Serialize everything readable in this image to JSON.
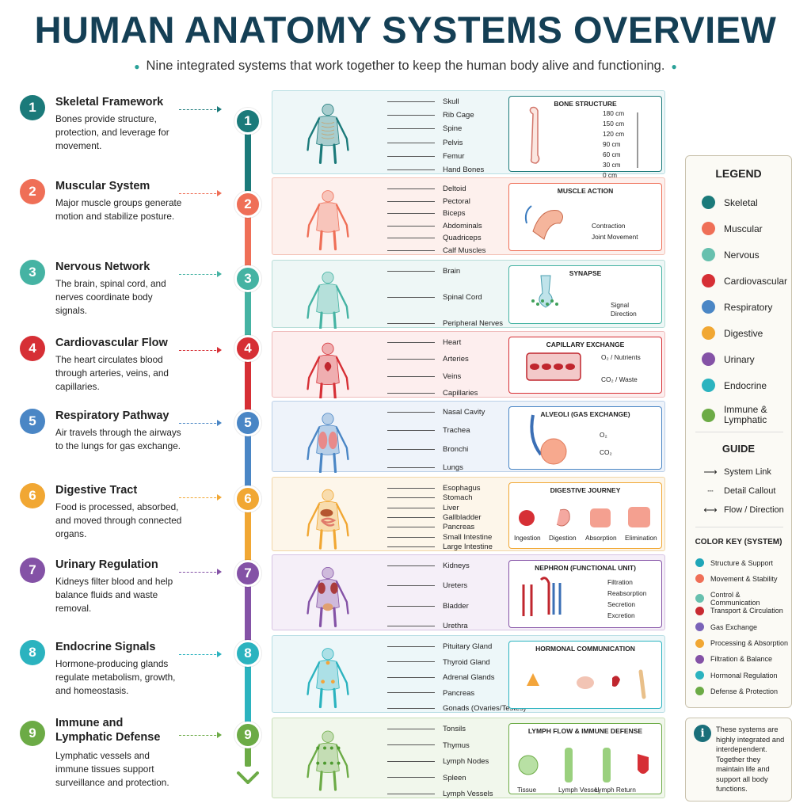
{
  "title": "HUMAN ANATOMY SYSTEMS OVERVIEW",
  "subtitle": "Nine integrated systems that work together to keep the human body alive and functioning.",
  "systems": [
    {
      "num": "1",
      "title": "Skeletal Framework",
      "desc": "Bones provide structure, protection, and leverage for movement.",
      "color": "#1b7a7a",
      "bg": "#eef7f8",
      "border": "#b9dfe3",
      "labels": [
        "Skull",
        "Rib Cage",
        "Spine",
        "Pelvis",
        "Femur",
        "Hand Bones"
      ],
      "inset": {
        "title": "BONE STRUCTURE",
        "texts": [
          "180 cm",
          "150 cm",
          "120 cm",
          "90 cm",
          "60 cm",
          "30 cm",
          "0 cm"
        ]
      }
    },
    {
      "num": "2",
      "title": "Muscular System",
      "desc": "Major muscle groups generate motion and stabilize posture.",
      "color": "#ef6f57",
      "bg": "#fdf0ed",
      "border": "#f3c3b7",
      "labels": [
        "Deltoid",
        "Pectoral",
        "Biceps",
        "Abdominals",
        "Quadriceps",
        "Calf Muscles"
      ],
      "inset": {
        "title": "MUSCLE ACTION",
        "texts": [
          "Contraction",
          "Joint Movement"
        ]
      }
    },
    {
      "num": "3",
      "title": "Nervous Network",
      "desc": "The brain, spinal cord, and nerves coordinate body signals.",
      "color": "#45b3a3",
      "bg": "#eef7f6",
      "border": "#b8ded8",
      "labels": [
        "Brain",
        "Spinal Cord",
        "Peripheral Nerves"
      ],
      "inset": {
        "title": "SYNAPSE",
        "texts": [
          "Signal",
          "Direction"
        ]
      }
    },
    {
      "num": "4",
      "title": "Cardiovascular Flow",
      "desc": "The heart circulates blood through arteries, veins, and capillaries.",
      "color": "#d62f35",
      "bg": "#fdeeee",
      "border": "#efbcbc",
      "labels": [
        "Heart",
        "Arteries",
        "Veins",
        "Capillaries"
      ],
      "inset": {
        "title": "CAPILLARY EXCHANGE",
        "texts": [
          "O₂ / Nutrients",
          "CO₂ / Waste"
        ]
      }
    },
    {
      "num": "5",
      "title": "Respiratory Pathway",
      "desc": "Air travels through the airways to the lungs for gas exchange.",
      "color": "#4a86c5",
      "bg": "#eef3fa",
      "border": "#bcd0e8",
      "labels": [
        "Nasal Cavity",
        "Trachea",
        "Bronchi",
        "Lungs"
      ],
      "inset": {
        "title": "ALVEOLI (GAS EXCHANGE)",
        "texts": [
          "O₂",
          "CO₂"
        ]
      }
    },
    {
      "num": "6",
      "title": "Digestive Tract",
      "desc": "Food is processed, absorbed, and moved through connected organs.",
      "color": "#f1a733",
      "bg": "#fdf6ea",
      "border": "#f1d6a6",
      "labels": [
        "Esophagus",
        "Stomach",
        "Liver",
        "Gallbladder",
        "Pancreas",
        "Small Intestine",
        "Large Intestine"
      ],
      "inset": {
        "title": "DIGESTIVE JOURNEY",
        "texts": [
          "Ingestion",
          "Digestion",
          "Absorption",
          "Elimination"
        ]
      }
    },
    {
      "num": "7",
      "title": "Urinary Regulation",
      "desc": "Kidneys filter blood and help balance fluids and waste removal.",
      "color": "#8452a6",
      "bg": "#f5eff8",
      "border": "#d6c3e2",
      "labels": [
        "Kidneys",
        "Ureters",
        "Bladder",
        "Urethra"
      ],
      "inset": {
        "title": "NEPHRON (FUNCTIONAL UNIT)",
        "texts": [
          "Filtration",
          "Reabsorption",
          "Secretion",
          "Excretion"
        ]
      }
    },
    {
      "num": "8",
      "title": "Endocrine Signals",
      "desc": "Hormone-producing glands regulate metabolism, growth, and homeostasis.",
      "color": "#2bb3bf",
      "bg": "#edf7f9",
      "border": "#b6dde3",
      "labels": [
        "Pituitary Gland",
        "Thyroid Gland",
        "Adrenal Glands",
        "Pancreas",
        "Gonads (Ovaries/Testes)"
      ],
      "inset": {
        "title": "HORMONAL COMMUNICATION",
        "texts": []
      }
    },
    {
      "num": "9",
      "title": "Immune and Lymphatic Defense",
      "desc": "Lymphatic vessels and immune tissues support surveillance and protection.",
      "color": "#6cab46",
      "bg": "#f1f7ec",
      "border": "#c8deb7",
      "labels": [
        "Tonsils",
        "Thymus",
        "Lymph Nodes",
        "Spleen",
        "Lymph Vessels"
      ],
      "inset": {
        "title": "LYMPH FLOW & IMMUNE DEFENSE",
        "texts": [
          "Tissue",
          "Lymph Vessel",
          "Lymph Return"
        ]
      }
    }
  ],
  "legend": {
    "title": "LEGEND",
    "items": [
      {
        "label": "Skeletal",
        "color": "#1b7a7a"
      },
      {
        "label": "Muscular",
        "color": "#ef6f57"
      },
      {
        "label": "Nervous",
        "color": "#67c0ae"
      },
      {
        "label": "Cardiovascular",
        "color": "#d62f35"
      },
      {
        "label": "Respiratory",
        "color": "#4a86c5"
      },
      {
        "label": "Digestive",
        "color": "#f1a733"
      },
      {
        "label": "Urinary",
        "color": "#8452a6"
      },
      {
        "label": "Endocrine",
        "color": "#2bb3bf"
      },
      {
        "label": "Immune & Lymphatic",
        "color": "#6cab46"
      }
    ],
    "guide_title": "GUIDE",
    "guide": [
      {
        "label": "System Link",
        "symbol": "⟶"
      },
      {
        "label": "Detail Callout",
        "symbol": "┈"
      },
      {
        "label": "Flow / Direction",
        "symbol": "⟷"
      }
    ],
    "colorkey_title": "COLOR KEY (SYSTEM)",
    "colorkey": [
      {
        "label": "Structure & Support",
        "color": "#1fa6b8"
      },
      {
        "label": "Movement & Stability",
        "color": "#ef6f57"
      },
      {
        "label": "Control & Communication",
        "color": "#67c0ae"
      },
      {
        "label": "Transport & Circulation",
        "color": "#c82a31"
      },
      {
        "label": "Gas Exchange",
        "color": "#7a63b8"
      },
      {
        "label": "Processing & Absorption",
        "color": "#f1a733"
      },
      {
        "label": "Filtration & Balance",
        "color": "#8452a6"
      },
      {
        "label": "Hormonal Regulation",
        "color": "#2bb3bf"
      },
      {
        "label": "Defense & Protection",
        "color": "#6cab46"
      }
    ]
  },
  "note": "These systems are highly integrated and interdependent. Together they maintain life and support all body functions."
}
